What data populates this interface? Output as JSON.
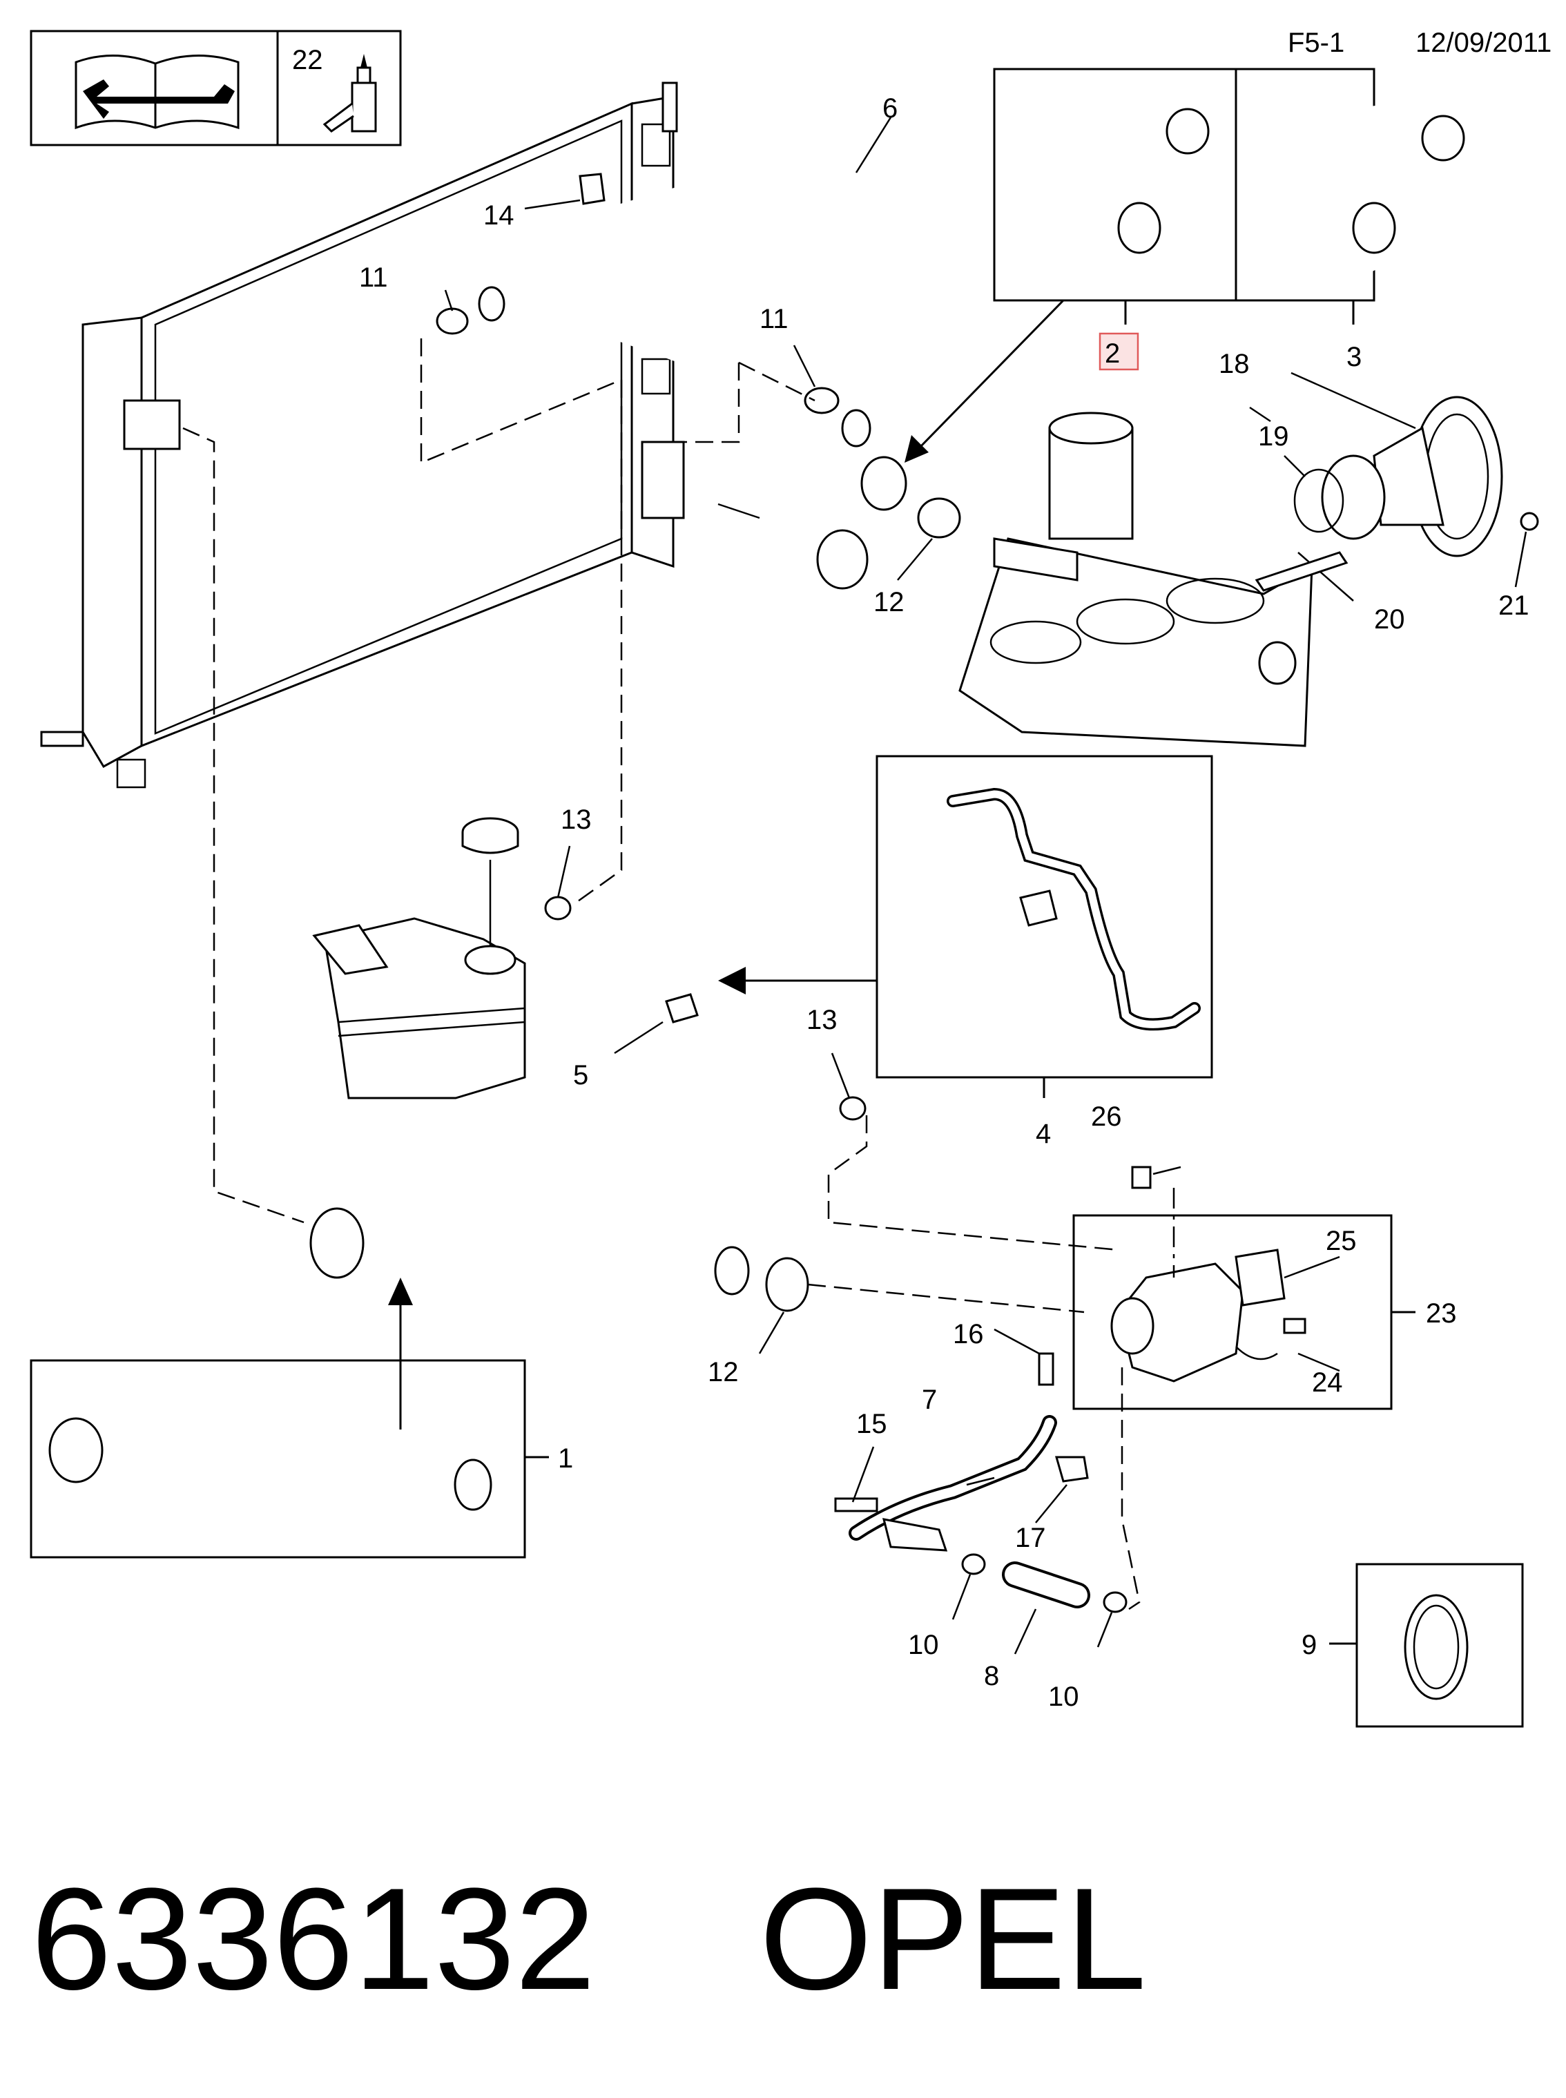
{
  "header": {
    "sheet_ref": "F5-1",
    "date": "12/09/2011",
    "sealant_ref": "22"
  },
  "callouts": {
    "c1": "1",
    "c2": "2",
    "c3": "3",
    "c4": "4",
    "c5": "5",
    "c6": "6",
    "c7": "7",
    "c8": "8",
    "c9": "9",
    "c10a": "10",
    "c10b": "10",
    "c11a": "11",
    "c11b": "11",
    "c12a": "12",
    "c12b": "12",
    "c13a": "13",
    "c13b": "13",
    "c14": "14",
    "c15": "15",
    "c16": "16",
    "c17": "17",
    "c18": "18",
    "c19": "19",
    "c20": "20",
    "c21": "21",
    "c23": "23",
    "c24": "24",
    "c25": "25",
    "c26": "26"
  },
  "highlight": {
    "color": "#e05a5a",
    "fill": "#fbe3e3"
  },
  "footer": {
    "part_number": "6336132",
    "brand": "OPEL"
  },
  "icons": [
    "repair-manual-icon",
    "sealant-bottle-icon"
  ]
}
